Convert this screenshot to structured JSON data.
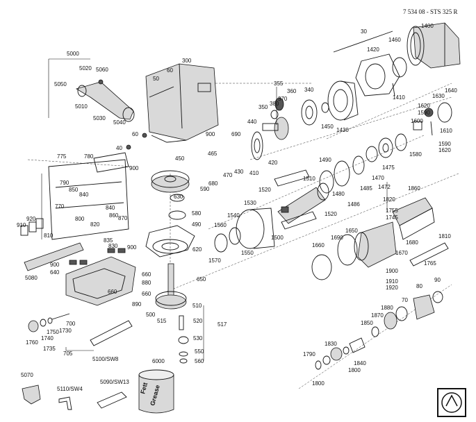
{
  "header": {
    "doc_id": "7 534 08 - STS 325 R"
  },
  "part_labels": [
    "30",
    "1400",
    "1420",
    "1460",
    "1410",
    "5000",
    "5020",
    "5060",
    "5050",
    "5010",
    "5030",
    "5040",
    "60",
    "50",
    "300",
    "40",
    "60b",
    "900",
    "355",
    "360",
    "370",
    "380",
    "350",
    "340",
    "440",
    "1450",
    "1430",
    "1630",
    "1640",
    "1620",
    "1590",
    "1600",
    "1610",
    "1590b",
    "1620b",
    "690",
    "465",
    "450",
    "410",
    "420",
    "470",
    "430",
    "775",
    "780",
    "790",
    "850",
    "840",
    "1490",
    "1520",
    "1485",
    "1475",
    "1470",
    "1580",
    "900b",
    "630",
    "590",
    "680",
    "1510",
    "1480",
    "1472",
    "1860",
    "910",
    "920",
    "770",
    "810",
    "800",
    "820",
    "840b",
    "860",
    "870",
    "1530",
    "1540",
    "1520b",
    "1486",
    "1820",
    "1755",
    "1745",
    "580",
    "490",
    "1560",
    "1550",
    "1500",
    "835",
    "830",
    "900c",
    "620",
    "1570",
    "1650",
    "1690",
    "1660",
    "1680",
    "1810",
    "1670",
    "1765",
    "900d",
    "640",
    "5080",
    "660",
    "880",
    "650",
    "660b",
    "1900",
    "1910",
    "1920",
    "890",
    "660c",
    "500",
    "510",
    "80",
    "90",
    "515",
    "520",
    "700",
    "1730",
    "1750",
    "1740",
    "1760",
    "1735",
    "705",
    "530",
    "517",
    "70",
    "1880",
    "1870",
    "1850",
    "550",
    "560",
    "5100/SW8",
    "6000",
    "1830",
    "1790",
    "1840",
    "1800",
    "1800b",
    "5070",
    "5110/SW4",
    "5090/SW13"
  ],
  "grease_label": [
    "Fett",
    "Grease"
  ]
}
